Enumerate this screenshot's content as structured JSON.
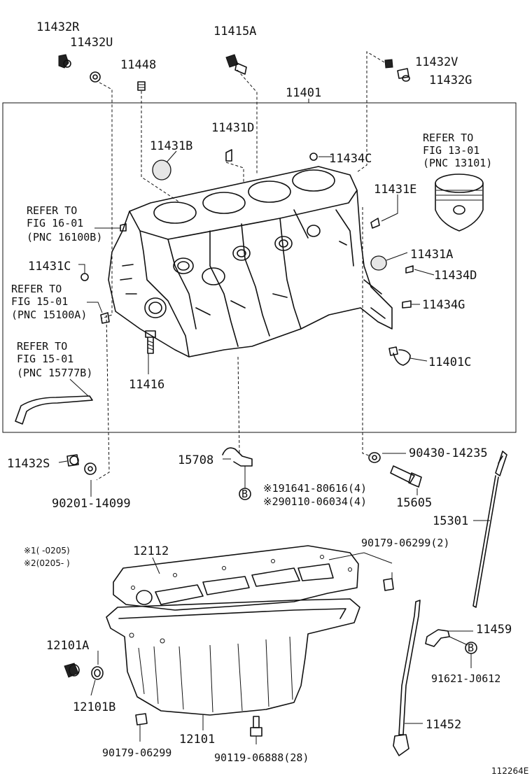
{
  "labels": {
    "p11432R": "11432R",
    "p11432U": "11432U",
    "p11448": "11448",
    "p11415A": "11415A",
    "p11432V": "11432V",
    "p11432G": "11432G",
    "p11401": "11401",
    "p11431D": "11431D",
    "p11431B": "11431B",
    "p11434C": "11434C",
    "p11431E": "11431E",
    "p11431A": "11431A",
    "p11431C": "11431C",
    "p11434D": "11434D",
    "p11434G": "11434G",
    "p11401C": "11401C",
    "p11416": "11416",
    "p11432S": "11432S",
    "p90201": "90201-14099",
    "p15708": "15708",
    "p90430": "90430-14235",
    "p15605": "15605",
    "p15301": "15301",
    "p91641": "※191641-80616(4)",
    "p90110": "※290110-06034(4)",
    "p12112": "12112",
    "p90179a": "90179-06299(2)",
    "p12101A": "12101A",
    "p12101B": "12101B",
    "p11459": "11459",
    "p91621": "91621-J0612",
    "p11452": "11452",
    "p12101": "12101",
    "p90179b": "90179-06299",
    "p90119": "90119-06888(28)"
  },
  "refs": {
    "piston": [
      "REFER TO",
      "FIG 13-01",
      "(PNC 13101)"
    ],
    "fig16": [
      "REFER TO",
      "FIG 16-01",
      "(PNC 16100B)"
    ],
    "fig15a": [
      "REFER TO",
      "FIG 15-01",
      "(PNC 15100A)"
    ],
    "fig15b": [
      "REFER TO",
      "FIG 15-01",
      "(PNC 15777B)"
    ]
  },
  "notes": {
    "n1": "※1(   -0205)",
    "n2": "※2(0205-    )"
  },
  "callout_b": "B",
  "figure_id": "112264E"
}
